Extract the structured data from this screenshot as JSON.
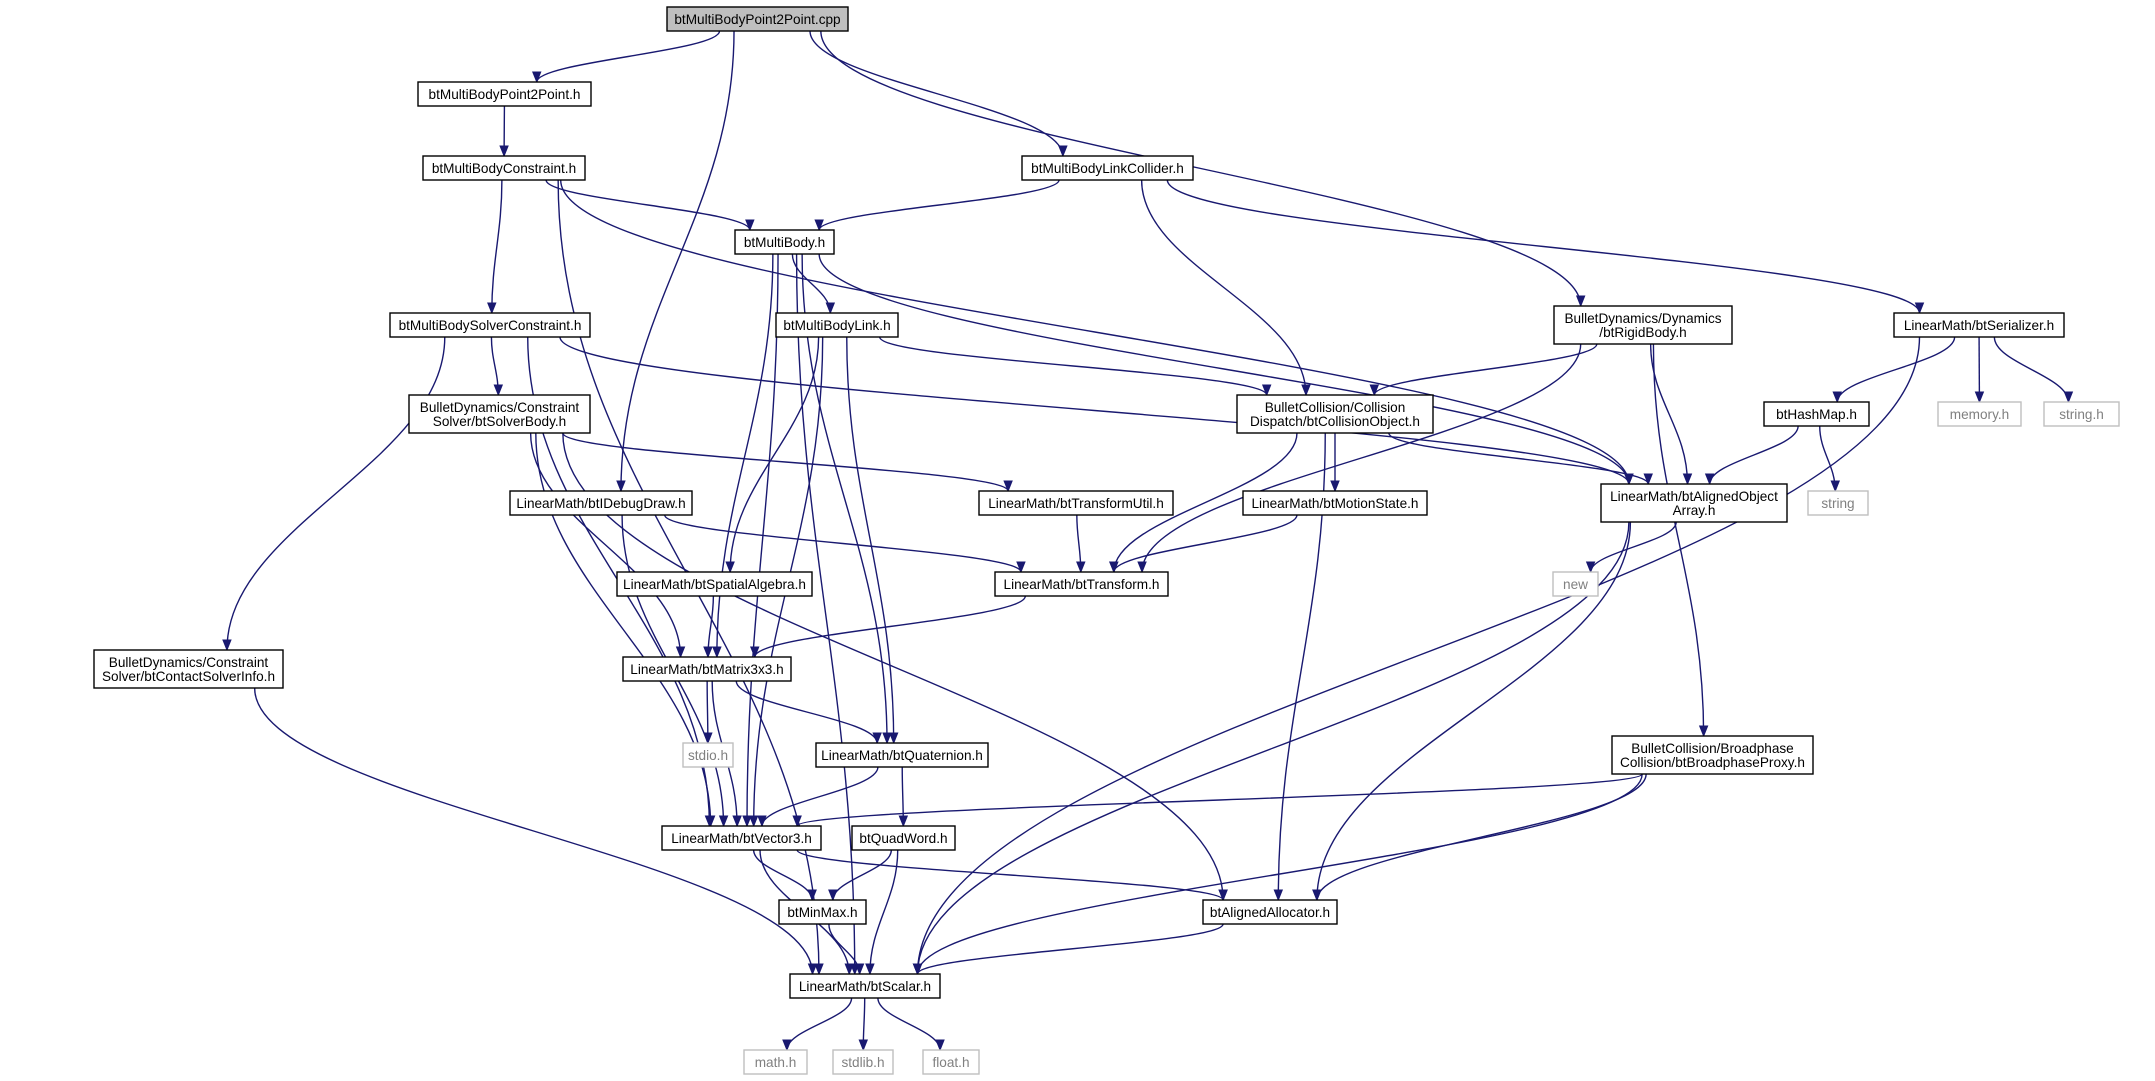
{
  "colors": {
    "edge": "#191970",
    "root_fill": "#bfbfbf",
    "external_border": "#bfbfbf",
    "external_text": "#808080"
  },
  "nodes": [
    {
      "id": "root",
      "lines": [
        "btMultiBodyPoint2Point.cpp"
      ],
      "kind": "root"
    },
    {
      "id": "p2p_h",
      "lines": [
        "btMultiBodyPoint2Point.h"
      ],
      "kind": "file"
    },
    {
      "id": "constraint_h",
      "lines": [
        "btMultiBodyConstraint.h"
      ],
      "kind": "file"
    },
    {
      "id": "linkcollider_h",
      "lines": [
        "btMultiBodyLinkCollider.h"
      ],
      "kind": "file"
    },
    {
      "id": "multibody_h",
      "lines": [
        "btMultiBody.h"
      ],
      "kind": "file"
    },
    {
      "id": "solverconstraint_h",
      "lines": [
        "btMultiBodySolverConstraint.h"
      ],
      "kind": "file"
    },
    {
      "id": "multibodylink_h",
      "lines": [
        "btMultiBodyLink.h"
      ],
      "kind": "file"
    },
    {
      "id": "rigidbody_h",
      "lines": [
        "BulletDynamics/Dynamics",
        "/btRigidBody.h"
      ],
      "kind": "file"
    },
    {
      "id": "serializer_h",
      "lines": [
        "LinearMath/btSerializer.h"
      ],
      "kind": "file"
    },
    {
      "id": "solverbody_h",
      "lines": [
        "BulletDynamics/Constraint",
        "Solver/btSolverBody.h"
      ],
      "kind": "file"
    },
    {
      "id": "collisionobject_h",
      "lines": [
        "BulletCollision/Collision",
        "Dispatch/btCollisionObject.h"
      ],
      "kind": "file"
    },
    {
      "id": "hashmap_h",
      "lines": [
        "btHashMap.h"
      ],
      "kind": "file"
    },
    {
      "id": "memory_h",
      "lines": [
        "memory.h"
      ],
      "kind": "ext"
    },
    {
      "id": "string_h",
      "lines": [
        "string.h"
      ],
      "kind": "ext"
    },
    {
      "id": "idebugdraw_h",
      "lines": [
        "LinearMath/btIDebugDraw.h"
      ],
      "kind": "file"
    },
    {
      "id": "transformutil_h",
      "lines": [
        "LinearMath/btTransformUtil.h"
      ],
      "kind": "file"
    },
    {
      "id": "motionstate_h",
      "lines": [
        "LinearMath/btMotionState.h"
      ],
      "kind": "file"
    },
    {
      "id": "alignedobjectarray_h",
      "lines": [
        "LinearMath/btAlignedObject",
        "Array.h"
      ],
      "kind": "file"
    },
    {
      "id": "string",
      "lines": [
        "string"
      ],
      "kind": "ext"
    },
    {
      "id": "spatialalgebra_h",
      "lines": [
        "LinearMath/btSpatialAlgebra.h"
      ],
      "kind": "file"
    },
    {
      "id": "transform_h",
      "lines": [
        "LinearMath/btTransform.h"
      ],
      "kind": "file"
    },
    {
      "id": "new",
      "lines": [
        "new"
      ],
      "kind": "ext"
    },
    {
      "id": "contactsolverinfo_h",
      "lines": [
        "BulletDynamics/Constraint",
        "Solver/btContactSolverInfo.h"
      ],
      "kind": "file"
    },
    {
      "id": "matrix3x3_h",
      "lines": [
        "LinearMath/btMatrix3x3.h"
      ],
      "kind": "file"
    },
    {
      "id": "broadphaseproxy_h",
      "lines": [
        "BulletCollision/Broadphase",
        "Collision/btBroadphaseProxy.h"
      ],
      "kind": "file"
    },
    {
      "id": "stdio_h",
      "lines": [
        "stdio.h"
      ],
      "kind": "ext"
    },
    {
      "id": "quaternion_h",
      "lines": [
        "LinearMath/btQuaternion.h"
      ],
      "kind": "file"
    },
    {
      "id": "vector3_h",
      "lines": [
        "LinearMath/btVector3.h"
      ],
      "kind": "file"
    },
    {
      "id": "quadword_h",
      "lines": [
        "btQuadWord.h"
      ],
      "kind": "file"
    },
    {
      "id": "minmax_h",
      "lines": [
        "btMinMax.h"
      ],
      "kind": "file"
    },
    {
      "id": "alignedallocator_h",
      "lines": [
        "btAlignedAllocator.h"
      ],
      "kind": "file"
    },
    {
      "id": "scalar_h",
      "lines": [
        "LinearMath/btScalar.h"
      ],
      "kind": "file"
    },
    {
      "id": "math_h",
      "lines": [
        "math.h"
      ],
      "kind": "ext"
    },
    {
      "id": "stdlib_h",
      "lines": [
        "stdlib.h"
      ],
      "kind": "ext"
    },
    {
      "id": "float_h",
      "lines": [
        "float.h"
      ],
      "kind": "ext"
    }
  ],
  "edges": [
    [
      "root",
      "p2p_h"
    ],
    [
      "root",
      "idebugdraw_h"
    ],
    [
      "root",
      "linkcollider_h"
    ],
    [
      "root",
      "rigidbody_h"
    ],
    [
      "p2p_h",
      "constraint_h"
    ],
    [
      "constraint_h",
      "multibody_h"
    ],
    [
      "constraint_h",
      "solverconstraint_h"
    ],
    [
      "constraint_h",
      "alignedobjectarray_h"
    ],
    [
      "constraint_h",
      "scalar_h"
    ],
    [
      "linkcollider_h",
      "multibody_h"
    ],
    [
      "linkcollider_h",
      "collisionobject_h"
    ],
    [
      "linkcollider_h",
      "serializer_h"
    ],
    [
      "multibody_h",
      "multibodylink_h"
    ],
    [
      "multibody_h",
      "scalar_h"
    ],
    [
      "multibody_h",
      "vector3_h"
    ],
    [
      "multibody_h",
      "matrix3x3_h"
    ],
    [
      "multibody_h",
      "quaternion_h"
    ],
    [
      "multibody_h",
      "alignedobjectarray_h"
    ],
    [
      "solverconstraint_h",
      "solverbody_h"
    ],
    [
      "solverconstraint_h",
      "contactsolverinfo_h"
    ],
    [
      "solverconstraint_h",
      "vector3_h"
    ],
    [
      "solverconstraint_h",
      "alignedobjectarray_h"
    ],
    [
      "multibodylink_h",
      "collisionobject_h"
    ],
    [
      "multibodylink_h",
      "spatialalgebra_h"
    ],
    [
      "multibodylink_h",
      "quaternion_h"
    ],
    [
      "multibodylink_h",
      "vector3_h"
    ],
    [
      "rigidbody_h",
      "collisionobject_h"
    ],
    [
      "rigidbody_h",
      "alignedobjectarray_h"
    ],
    [
      "rigidbody_h",
      "transform_h"
    ],
    [
      "rigidbody_h",
      "broadphaseproxy_h"
    ],
    [
      "serializer_h",
      "hashmap_h"
    ],
    [
      "serializer_h",
      "memory_h"
    ],
    [
      "serializer_h",
      "string_h"
    ],
    [
      "serializer_h",
      "scalar_h"
    ],
    [
      "solverbody_h",
      "transformutil_h"
    ],
    [
      "solverbody_h",
      "matrix3x3_h"
    ],
    [
      "solverbody_h",
      "vector3_h"
    ],
    [
      "solverbody_h",
      "alignedallocator_h"
    ],
    [
      "collisionobject_h",
      "motionstate_h"
    ],
    [
      "collisionobject_h",
      "alignedobjectarray_h"
    ],
    [
      "collisionobject_h",
      "transform_h"
    ],
    [
      "collisionobject_h",
      "alignedallocator_h"
    ],
    [
      "hashmap_h",
      "alignedobjectarray_h"
    ],
    [
      "hashmap_h",
      "string"
    ],
    [
      "idebugdraw_h",
      "transform_h"
    ],
    [
      "idebugdraw_h",
      "vector3_h"
    ],
    [
      "transformutil_h",
      "transform_h"
    ],
    [
      "motionstate_h",
      "transform_h"
    ],
    [
      "alignedobjectarray_h",
      "new"
    ],
    [
      "alignedobjectarray_h",
      "alignedallocator_h"
    ],
    [
      "alignedobjectarray_h",
      "scalar_h"
    ],
    [
      "spatialalgebra_h",
      "matrix3x3_h"
    ],
    [
      "transform_h",
      "matrix3x3_h"
    ],
    [
      "contactsolverinfo_h",
      "scalar_h"
    ],
    [
      "matrix3x3_h",
      "stdio_h"
    ],
    [
      "matrix3x3_h",
      "quaternion_h"
    ],
    [
      "matrix3x3_h",
      "vector3_h"
    ],
    [
      "broadphaseproxy_h",
      "vector3_h"
    ],
    [
      "broadphaseproxy_h",
      "alignedallocator_h"
    ],
    [
      "broadphaseproxy_h",
      "scalar_h"
    ],
    [
      "quaternion_h",
      "vector3_h"
    ],
    [
      "quaternion_h",
      "quadword_h"
    ],
    [
      "vector3_h",
      "minmax_h"
    ],
    [
      "vector3_h",
      "alignedallocator_h"
    ],
    [
      "vector3_h",
      "scalar_h"
    ],
    [
      "quadword_h",
      "minmax_h"
    ],
    [
      "quadword_h",
      "scalar_h"
    ],
    [
      "minmax_h",
      "scalar_h"
    ],
    [
      "alignedallocator_h",
      "scalar_h"
    ],
    [
      "scalar_h",
      "math_h"
    ],
    [
      "scalar_h",
      "stdlib_h"
    ],
    [
      "scalar_h",
      "float_h"
    ]
  ]
}
